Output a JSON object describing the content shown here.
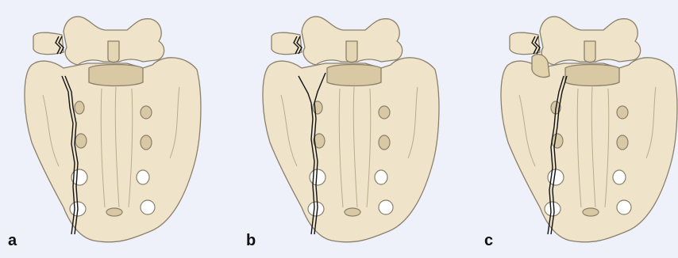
{
  "panels": [
    {
      "label": "a",
      "fracture_pattern": "unilateral-zone-2"
    },
    {
      "label": "b",
      "fracture_pattern": "y-shaped-into-canal"
    },
    {
      "label": "c",
      "fracture_pattern": "unilateral-zone-2-displaced"
    }
  ],
  "colors": {
    "background": "#eef0fa",
    "bone_fill": "#efe4c9",
    "bone_stroke": "#8a7f6a",
    "bone_shade": "#d8c9a4",
    "fracture_line": "#111111",
    "foramen": "#ffffff"
  }
}
